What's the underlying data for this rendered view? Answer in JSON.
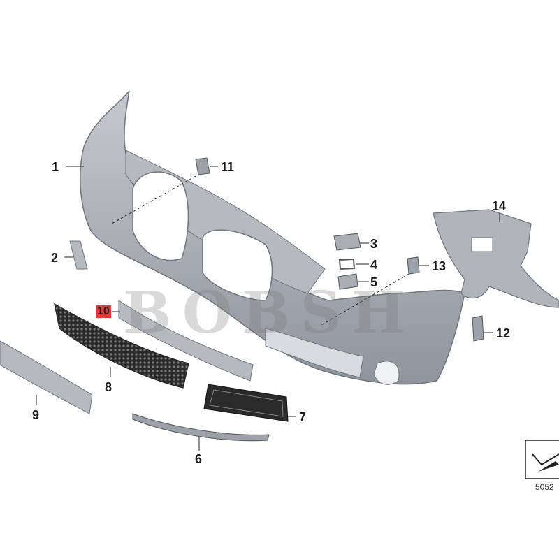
{
  "diagram": {
    "callouts": [
      {
        "id": "c1",
        "label": "1"
      },
      {
        "id": "c2",
        "label": "2"
      },
      {
        "id": "c3",
        "label": "3"
      },
      {
        "id": "c4",
        "label": "4"
      },
      {
        "id": "c5",
        "label": "5"
      },
      {
        "id": "c6",
        "label": "6"
      },
      {
        "id": "c7",
        "label": "7"
      },
      {
        "id": "c8",
        "label": "8"
      },
      {
        "id": "c9",
        "label": "9"
      },
      {
        "id": "c10",
        "label": "10"
      },
      {
        "id": "c11",
        "label": "11"
      },
      {
        "id": "c12",
        "label": "12"
      },
      {
        "id": "c13",
        "label": "13"
      },
      {
        "id": "c14",
        "label": "14"
      }
    ],
    "highlight_color": "#e53935",
    "part_color": "#a6acb5",
    "watermark": "BOBSH",
    "reference_number": "5052"
  }
}
